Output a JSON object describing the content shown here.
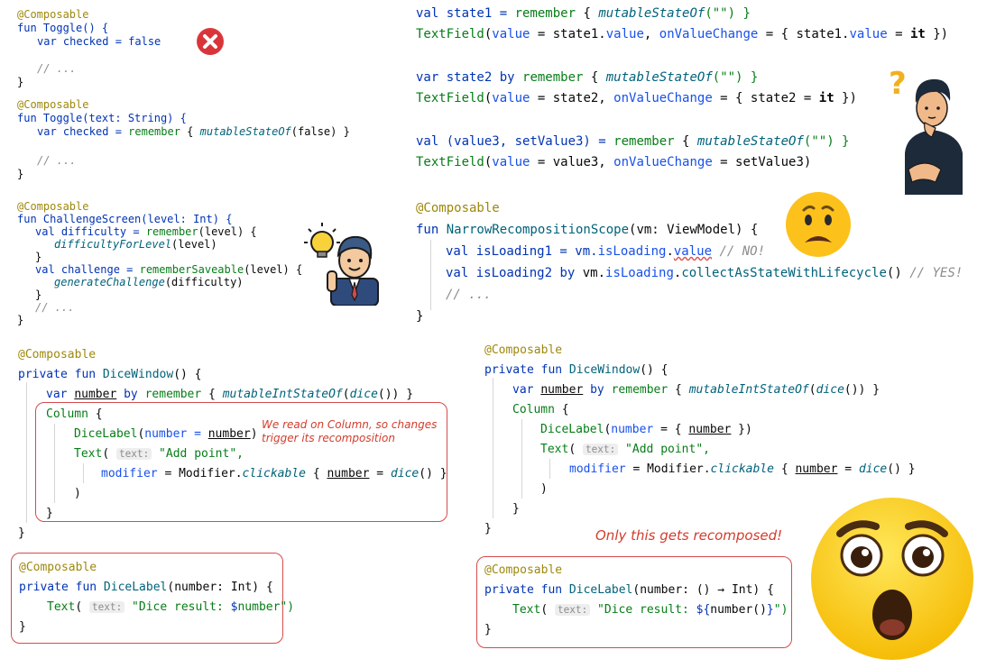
{
  "snippet_toggle_a": {
    "l1": "@Composable",
    "l2": "fun Toggle() {",
    "l3": "var checked = false",
    "l4": "// ...",
    "l5": "}"
  },
  "snippet_toggle_b": {
    "l1": "@Composable",
    "l2a": "fun Toggle(text: String) {",
    "l3a": "var checked = ",
    "l3b": "remember",
    "l3c": " { ",
    "l3d": "mutableStateOf",
    "l3e": "(false) }",
    "l4": "// ...",
    "l5": "}"
  },
  "snippet_challenge": {
    "l1": "@Composable",
    "l2": "fun ChallengeScreen(level: Int) {",
    "l3a": "val difficulty = ",
    "l3b": "remember",
    "l3c": "(level) {",
    "l4": "difficultyForLevel",
    "l4b": "(level)",
    "l5": "}",
    "l6a": "val challenge = ",
    "l6b": "rememberSaveable",
    "l6c": "(level) {",
    "l7": "generateChallenge",
    "l7b": "(difficulty)",
    "l8": "}",
    "l9": "// ...",
    "l10": "}"
  },
  "snippet_state": {
    "l1a": "val state1 = ",
    "l1b": "remember",
    "l1c": " { ",
    "l1d": "mutableStateOf",
    "l1e": "(\"\") }",
    "l2a": "TextField",
    "l2b": "(",
    "l2c": "value",
    "l2d": " = state1.",
    "l2e": "value",
    "l2f": ", ",
    "l2g": "onValueChange",
    "l2h": " = { state1.",
    "l2i": "value",
    "l2j": " = ",
    "l2k": "it",
    "l2l": " })",
    "l3a": "var state2 ",
    "l3b": "by",
    "l3c": " ",
    "l3d": "remember",
    "l3e": " { ",
    "l3f": "mutableStateOf",
    "l3g": "(\"\") }",
    "l4a": "TextField",
    "l4b": "(",
    "l4c": "value",
    "l4d": " = state2, ",
    "l4e": "onValueChange",
    "l4f": " = { state2 = ",
    "l4g": "it",
    "l4h": " })",
    "l5a": "val (value3, setValue3) = ",
    "l5b": "remember",
    "l5c": " { ",
    "l5d": "mutableStateOf",
    "l5e": "(\"\") }",
    "l6a": "TextField",
    "l6b": "(",
    "l6c": "value",
    "l6d": " = value3, ",
    "l6e": "onValueChange",
    "l6f": " = setValue3)"
  },
  "snippet_narrow": {
    "l1": "@Composable",
    "l2a": "fun ",
    "l2b": "NarrowRecompositionScope",
    "l2c": "(vm: ViewModel) {",
    "l3a": "val isLoading1 = vm.",
    "l3b": "isLoading",
    "l3c": ".",
    "l3d": "value",
    "l3e": " // NO!",
    "l4a": "val isLoading2 ",
    "l4b": "by",
    "l4c": " vm.",
    "l4d": "isLoading",
    "l4e": ".",
    "l4f": "collectAsStateWithLifecycle",
    "l4g": "() ",
    "l4h": "// YES!",
    "l5": "// ...",
    "l6": "}"
  },
  "dice_left": {
    "l1": "@Composable",
    "l2a": "private fun ",
    "l2b": "DiceWindow",
    "l2c": "() {",
    "l3a": "var ",
    "l3b": "number",
    "l3c": " by ",
    "l3d": "remember",
    "l3e": " { ",
    "l3f": "mutableIntStateOf",
    "l3g": "(",
    "l3h": "dice",
    "l3i": "()) }",
    "l4a": "Column",
    "l4b": " {",
    "l5a": "DiceLabel",
    "l5b": "(",
    "l5c": "number",
    "l5d": " = ",
    "l5e": "number",
    "l5f": ")",
    "l6a": "Text",
    "l6b": "( ",
    "l6hint": "text:",
    "l6c": " \"Add point\",",
    "l7a": "modifier",
    "l7b": " = Modifier.",
    "l7c": "clickable",
    "l7d": " { ",
    "l7e": "number",
    "l7f": " = ",
    "l7g": "dice",
    "l7h": "() }",
    "l8": ")",
    "l9": "}",
    "l10": "}",
    "note_line1": "We read on Column, so changes",
    "note_line2": "trigger its recomposition"
  },
  "label_left": {
    "l1": "@Composable",
    "l2a": "private fun ",
    "l2b": "DiceLabel",
    "l2c": "(number: Int) {",
    "l3a": "Text",
    "l3b": "( ",
    "l3hint": "text:",
    "l3c": " \"Dice result: ",
    "l3d": "$",
    "l3e": "number\")",
    "l4": "}"
  },
  "dice_right": {
    "l1": "@Composable",
    "l2a": "private fun ",
    "l2b": "DiceWindow",
    "l2c": "() {",
    "l3a": "var ",
    "l3b": "number",
    "l3c": " by ",
    "l3d": "remember",
    "l3e": " { ",
    "l3f": "mutableIntStateOf",
    "l3g": "(",
    "l3h": "dice",
    "l3i": "()) }",
    "l4a": "Column",
    "l4b": " {",
    "l5a": "DiceLabel",
    "l5b": "(",
    "l5c": "number",
    "l5d": " = { ",
    "l5e": "number",
    "l5f": " })",
    "l6a": "Text",
    "l6b": "( ",
    "l6hint": "text:",
    "l6c": " \"Add point\",",
    "l7a": "modifier",
    "l7b": " = Modifier.",
    "l7c": "clickable",
    "l7d": " { ",
    "l7e": "number",
    "l7f": " = ",
    "l7g": "dice",
    "l7h": "() }",
    "l8": ")",
    "l9": "}",
    "l10": "}",
    "note": "Only this gets recomposed!"
  },
  "label_right": {
    "l1": "@Composable",
    "l2a": "private fun ",
    "l2b": "DiceLabel",
    "l2c": "(number: () → Int) {",
    "l3a": "Text",
    "l3b": "( ",
    "l3hint": "text:",
    "l3c": " \"Dice result: ",
    "l3d": "${",
    "l3e": "number()",
    "l3f": "}",
    "l3g": "\")",
    "l4": "}"
  },
  "emoji": {
    "question_mark": "?"
  },
  "icons": [
    "close-icon",
    "thinking-person-icon",
    "worried-face-icon",
    "idea-person-icon",
    "astonished-face-icon"
  ],
  "colors": {
    "annotation": "#9e880d",
    "keyword": "#0033b3",
    "call": "#067d17",
    "param": "#1750eb",
    "box": "#d64b4b"
  }
}
